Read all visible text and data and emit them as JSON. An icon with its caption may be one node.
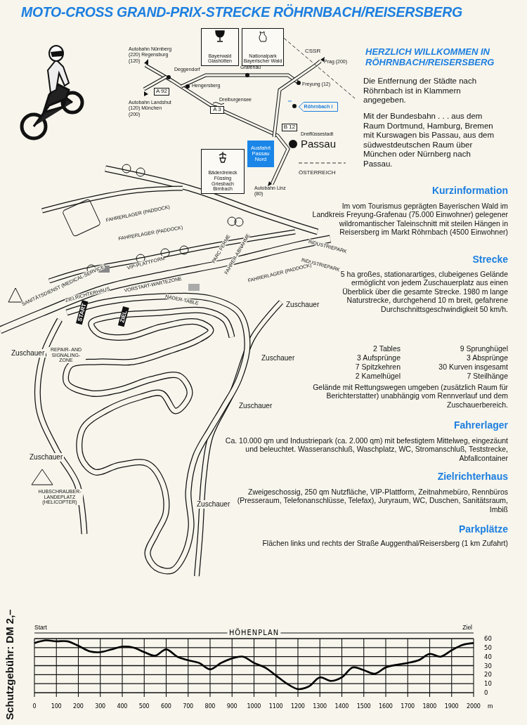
{
  "diagram": {
    "title": "MOTO-CROSS GRAND-PRIX-STRECKE RÖHRNBACH/REISERSBERG",
    "nodes": [
      {
        "text": [
          "Bayerwald Glashütten"
        ]
      },
      {
        "text": [
          "Nationalpark Bayerischer Wald"
        ]
      },
      {
        "text": [
          "A 92"
        ]
      },
      {
        "text": [
          "A 3"
        ]
      },
      {
        "text": [
          "B 12"
        ]
      },
      {
        "text": [
          "Röhrnbach i"
        ]
      },
      {
        "text": [
          "Ausfahrt Passau Nord"
        ]
      },
      {
        "text": [
          "Bäderdreieck Füssing Griesbach Birnbach"
        ]
      }
    ],
    "labels": [
      "Autobahn Nürnberg (220) Regensburg (120)",
      "Deggendorf",
      "Hengersberg",
      "Grafenau",
      "CSSR",
      "Prag (200)",
      "Freyung (12)",
      "Autobahn Landshut (120) München (200)",
      "Dreiburgensee",
      "Dreiflüssestadt",
      "Passau",
      "ÖSTERREICH",
      "Autobahn Linz (80)",
      "HERZLICH WILLKOMMEN IN RÖHRNBACH/REISERSBERG",
      "Die Entfernung der Städte nach Röhrnbach ist in Klammern angegeben.",
      "Mit der Bundesbahn . . . aus dem Raum Dortmund, Hamburg, Bremen mit Kurswagen bis Passau, aus dem südwestdeutschen Raum über München oder Nürnberg nach Passau.",
      "Kurzinformation",
      "Im vom Tourismus geprägten Bayerischen Wald im Landkreis Freyung-Grafenau (75.000 Einwohner) gelegener wildromantischer Taleinschnitt mit steilen Hängen in Reisersberg im Markt Röhrnbach (4500 Einwohner)",
      "Strecke",
      "5 ha großes, stationarartiges, clubeigenes Gelände ermöglicht von jedem Zuschauerplatz aus einen Überblick über die gesamte Strecke. 1980 m lange Naturstrecke, durchgehend 10 m breit, gefahrene Durchschnittsgeschwindigkeit 50 km/h.",
      "2 Tables",
      "9 Sprunghügel",
      "3 Aufsprünge",
      "3 Absprünge",
      "7 Spitzkehren",
      "30 Kurven insgesamt",
      "2 Kamelhügel",
      "7 Steilhänge",
      "Gelände mit Rettungswegen umgeben (zusätzlich Raum für Berichterstatter) unabhängig vom Rennverlauf und dem Zuschauerbereich.",
      "Fahrerlager",
      "Ca. 10.000 qm und Industriepark (ca. 2.000 qm) mit befestigtem Mittelweg, eingezäunt und beleuchtet. Wasseranschluß, Waschplatz, WC, Stromanschluß, Teststrecke, Abfallcontainer",
      "Zielrichterhaus",
      "Zweigeschossig, 250 qm Nutzfläche, VIP-Plattform, Zeitnahmebüro, Rennbüros (Presseraum, Telefonanschlüsse, Telefax), Juryraum, WC, Duschen, Sanitätsraum, Imbiß",
      "Parkplätze",
      "Flächen links und rechts der Straße Auggenthal/Reisersberg (1 km Zufahrt)",
      "FAHRERLAGER (PADDOCK)",
      "FAHRERLAGER (PADDOCK)",
      "INDUSTRIEPARK",
      "INDUSTRIEPARK",
      "FAHRERLAGER (PADDOCK)",
      "PARC FERME",
      "FAHRER-ABNAHME",
      "ZIELRICHTERHAUS",
      "VIP-PLATTFORM",
      "VORSTART-WARTEZONE",
      "NADER-TABLE",
      "START",
      "ZIEL",
      "REPAIR- AND SIGNALING- ZONE",
      "Zuschauer",
      "Zuschauer",
      "Zuschauer",
      "Zuschauer",
      "Zuschauer",
      "Zuschauer",
      "SANITÄTSDIENST (MEDICAL-SERVICE)",
      "HUBSCHRAUBER-LANDEPLATZ (HELICOPTER)",
      "Schutzgebühr: DM 2,–"
    ],
    "chart_data": {
      "type": "line",
      "title": "HÖHENPLAN",
      "xlabel": "m",
      "x": [
        0,
        50,
        100,
        150,
        200,
        250,
        300,
        350,
        400,
        450,
        500,
        550,
        600,
        650,
        700,
        750,
        800,
        850,
        900,
        950,
        1000,
        1050,
        1100,
        1150,
        1200,
        1250,
        1300,
        1350,
        1400,
        1450,
        1500,
        1550,
        1600,
        1650,
        1700,
        1750,
        1800,
        1850,
        1900,
        1950,
        2000
      ],
      "series": [
        {
          "color": "#000000",
          "values": [
            55,
            58,
            57,
            57,
            52,
            46,
            45,
            48,
            51,
            50,
            45,
            41,
            48,
            40,
            36,
            33,
            26,
            33,
            38,
            40,
            33,
            28,
            19,
            10,
            4,
            7,
            17,
            13,
            17,
            28,
            25,
            21,
            28,
            31,
            33,
            36,
            43,
            40,
            47,
            53,
            55
          ]
        }
      ],
      "xlim": [
        0,
        2000
      ],
      "ylim": [
        0,
        60
      ],
      "xticks": [
        0,
        100,
        200,
        300,
        400,
        500,
        600,
        700,
        800,
        900,
        1000,
        1100,
        1200,
        1300,
        1400,
        1500,
        1600,
        1700,
        1800,
        1900,
        2000
      ],
      "yticks": [
        0,
        10,
        20,
        30,
        40,
        50,
        60
      ],
      "grid": true,
      "annotations": [
        "Start",
        "Ziel"
      ]
    }
  }
}
